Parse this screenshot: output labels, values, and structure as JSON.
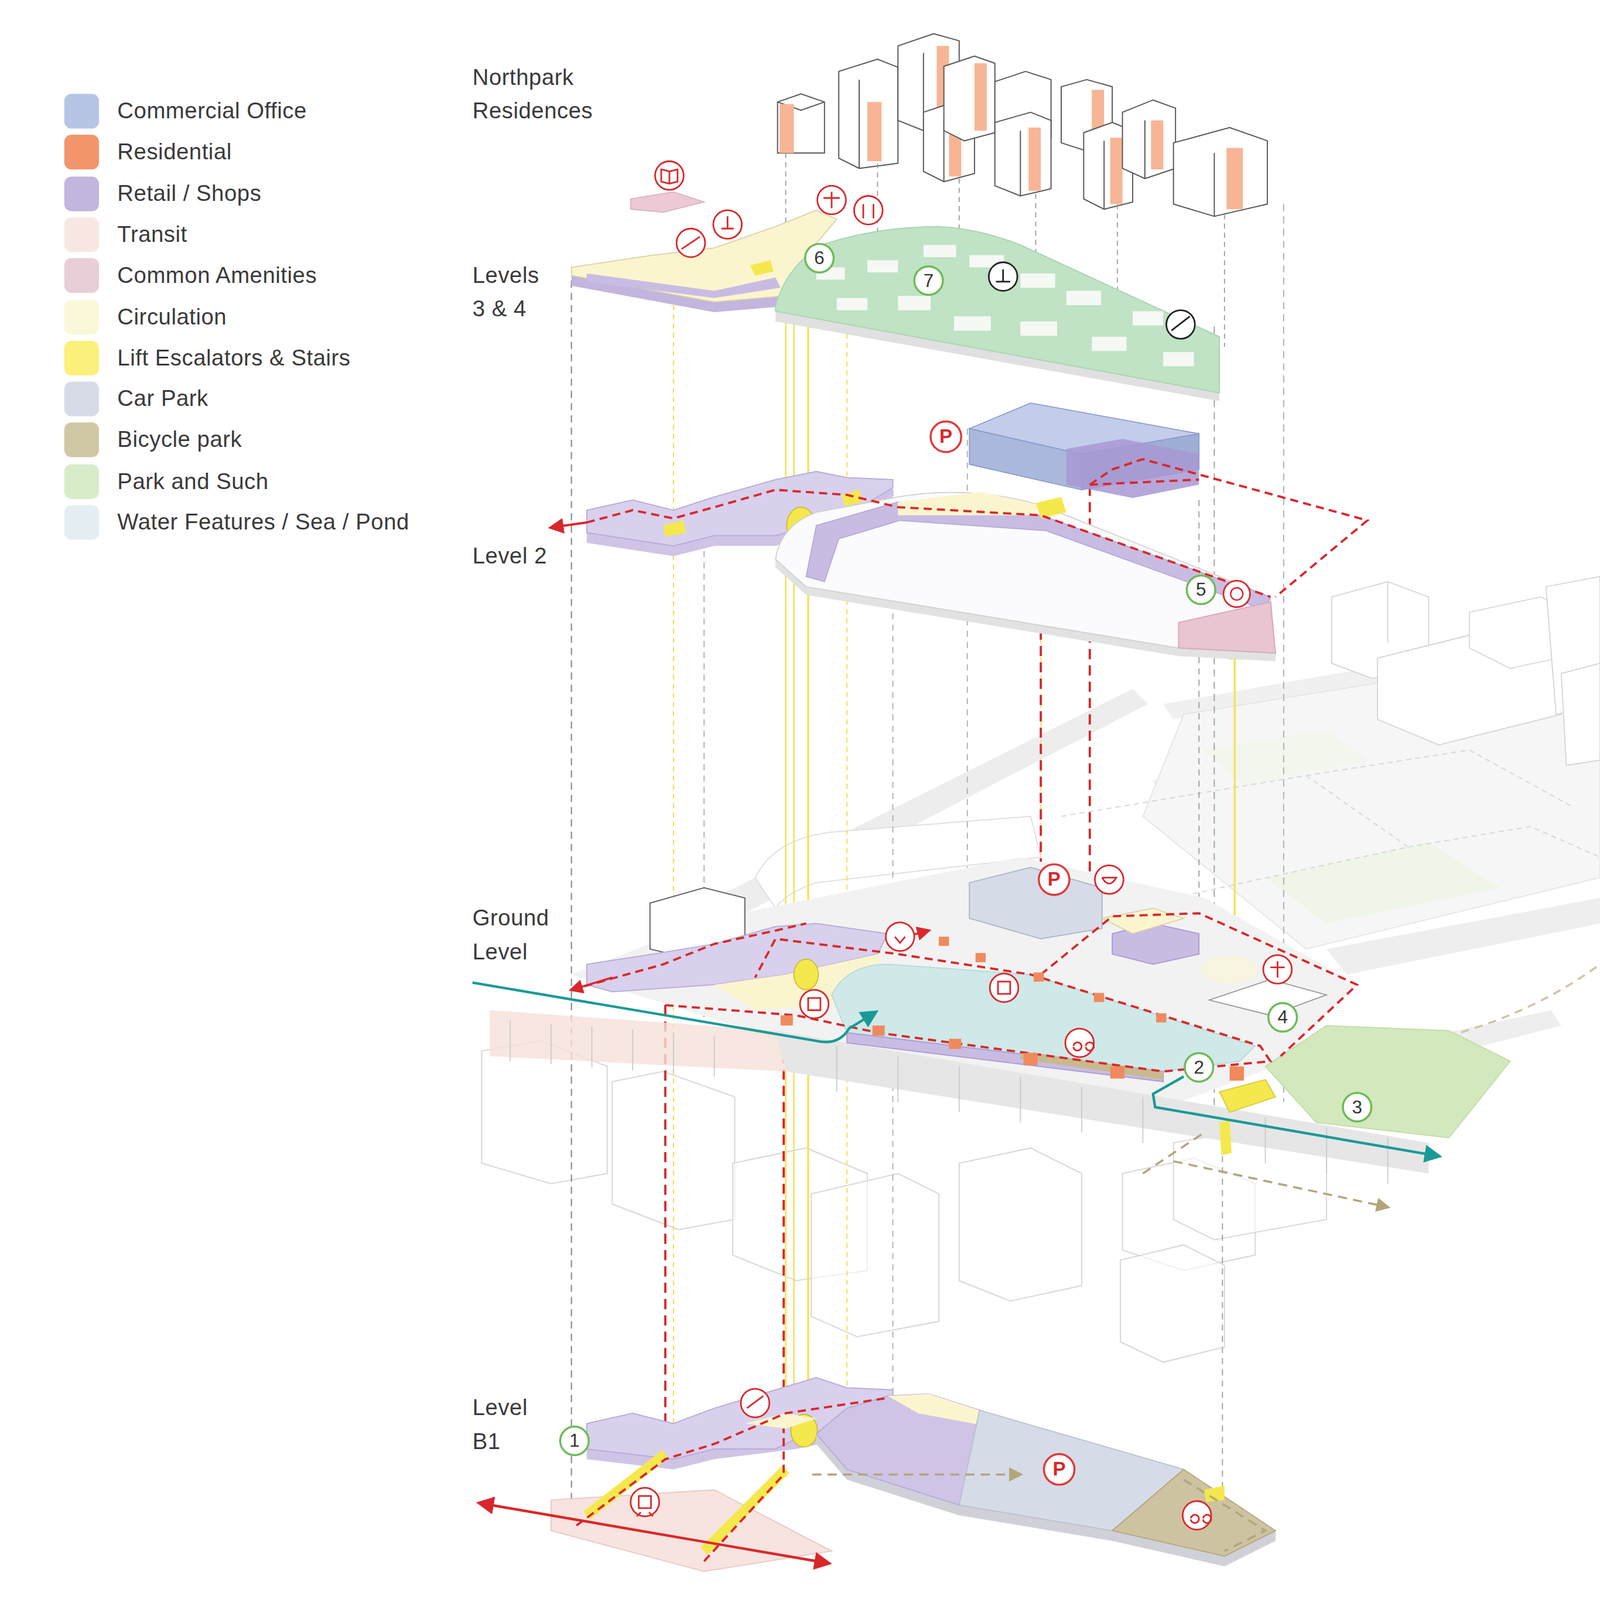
{
  "diagram": {
    "labels": [
      "Northpark Residences",
      "Levels 3 & 4",
      "6",
      "7",
      "P",
      "Level 2",
      "5",
      "Ground Level",
      "P",
      "4",
      "2",
      "3",
      "Level B1",
      "1",
      "P"
    ],
    "legend": [
      {
        "text": "Commercial Office",
        "color": "#b6c4e6"
      },
      {
        "text": "Residential",
        "color": "#f2956b"
      },
      {
        "text": "Retail / Shops",
        "color": "#c2b5de"
      },
      {
        "text": "Transit",
        "color": "#f9e7e3"
      },
      {
        "text": "Common Amenities",
        "color": "#e9cdd7"
      },
      {
        "text": "Circulation",
        "color": "#fbf8da"
      },
      {
        "text": "Lift Escalators & Stairs",
        "color": "#fbf07a"
      },
      {
        "text": "Car Park",
        "color": "#d6dce7"
      },
      {
        "text": "Bicycle park",
        "color": "#d0c7a5"
      },
      {
        "text": "Park and Such",
        "color": "#d8ecca"
      },
      {
        "text": "Water Features / Sea / Pond",
        "color": "#e4eef3"
      }
    ]
  }
}
